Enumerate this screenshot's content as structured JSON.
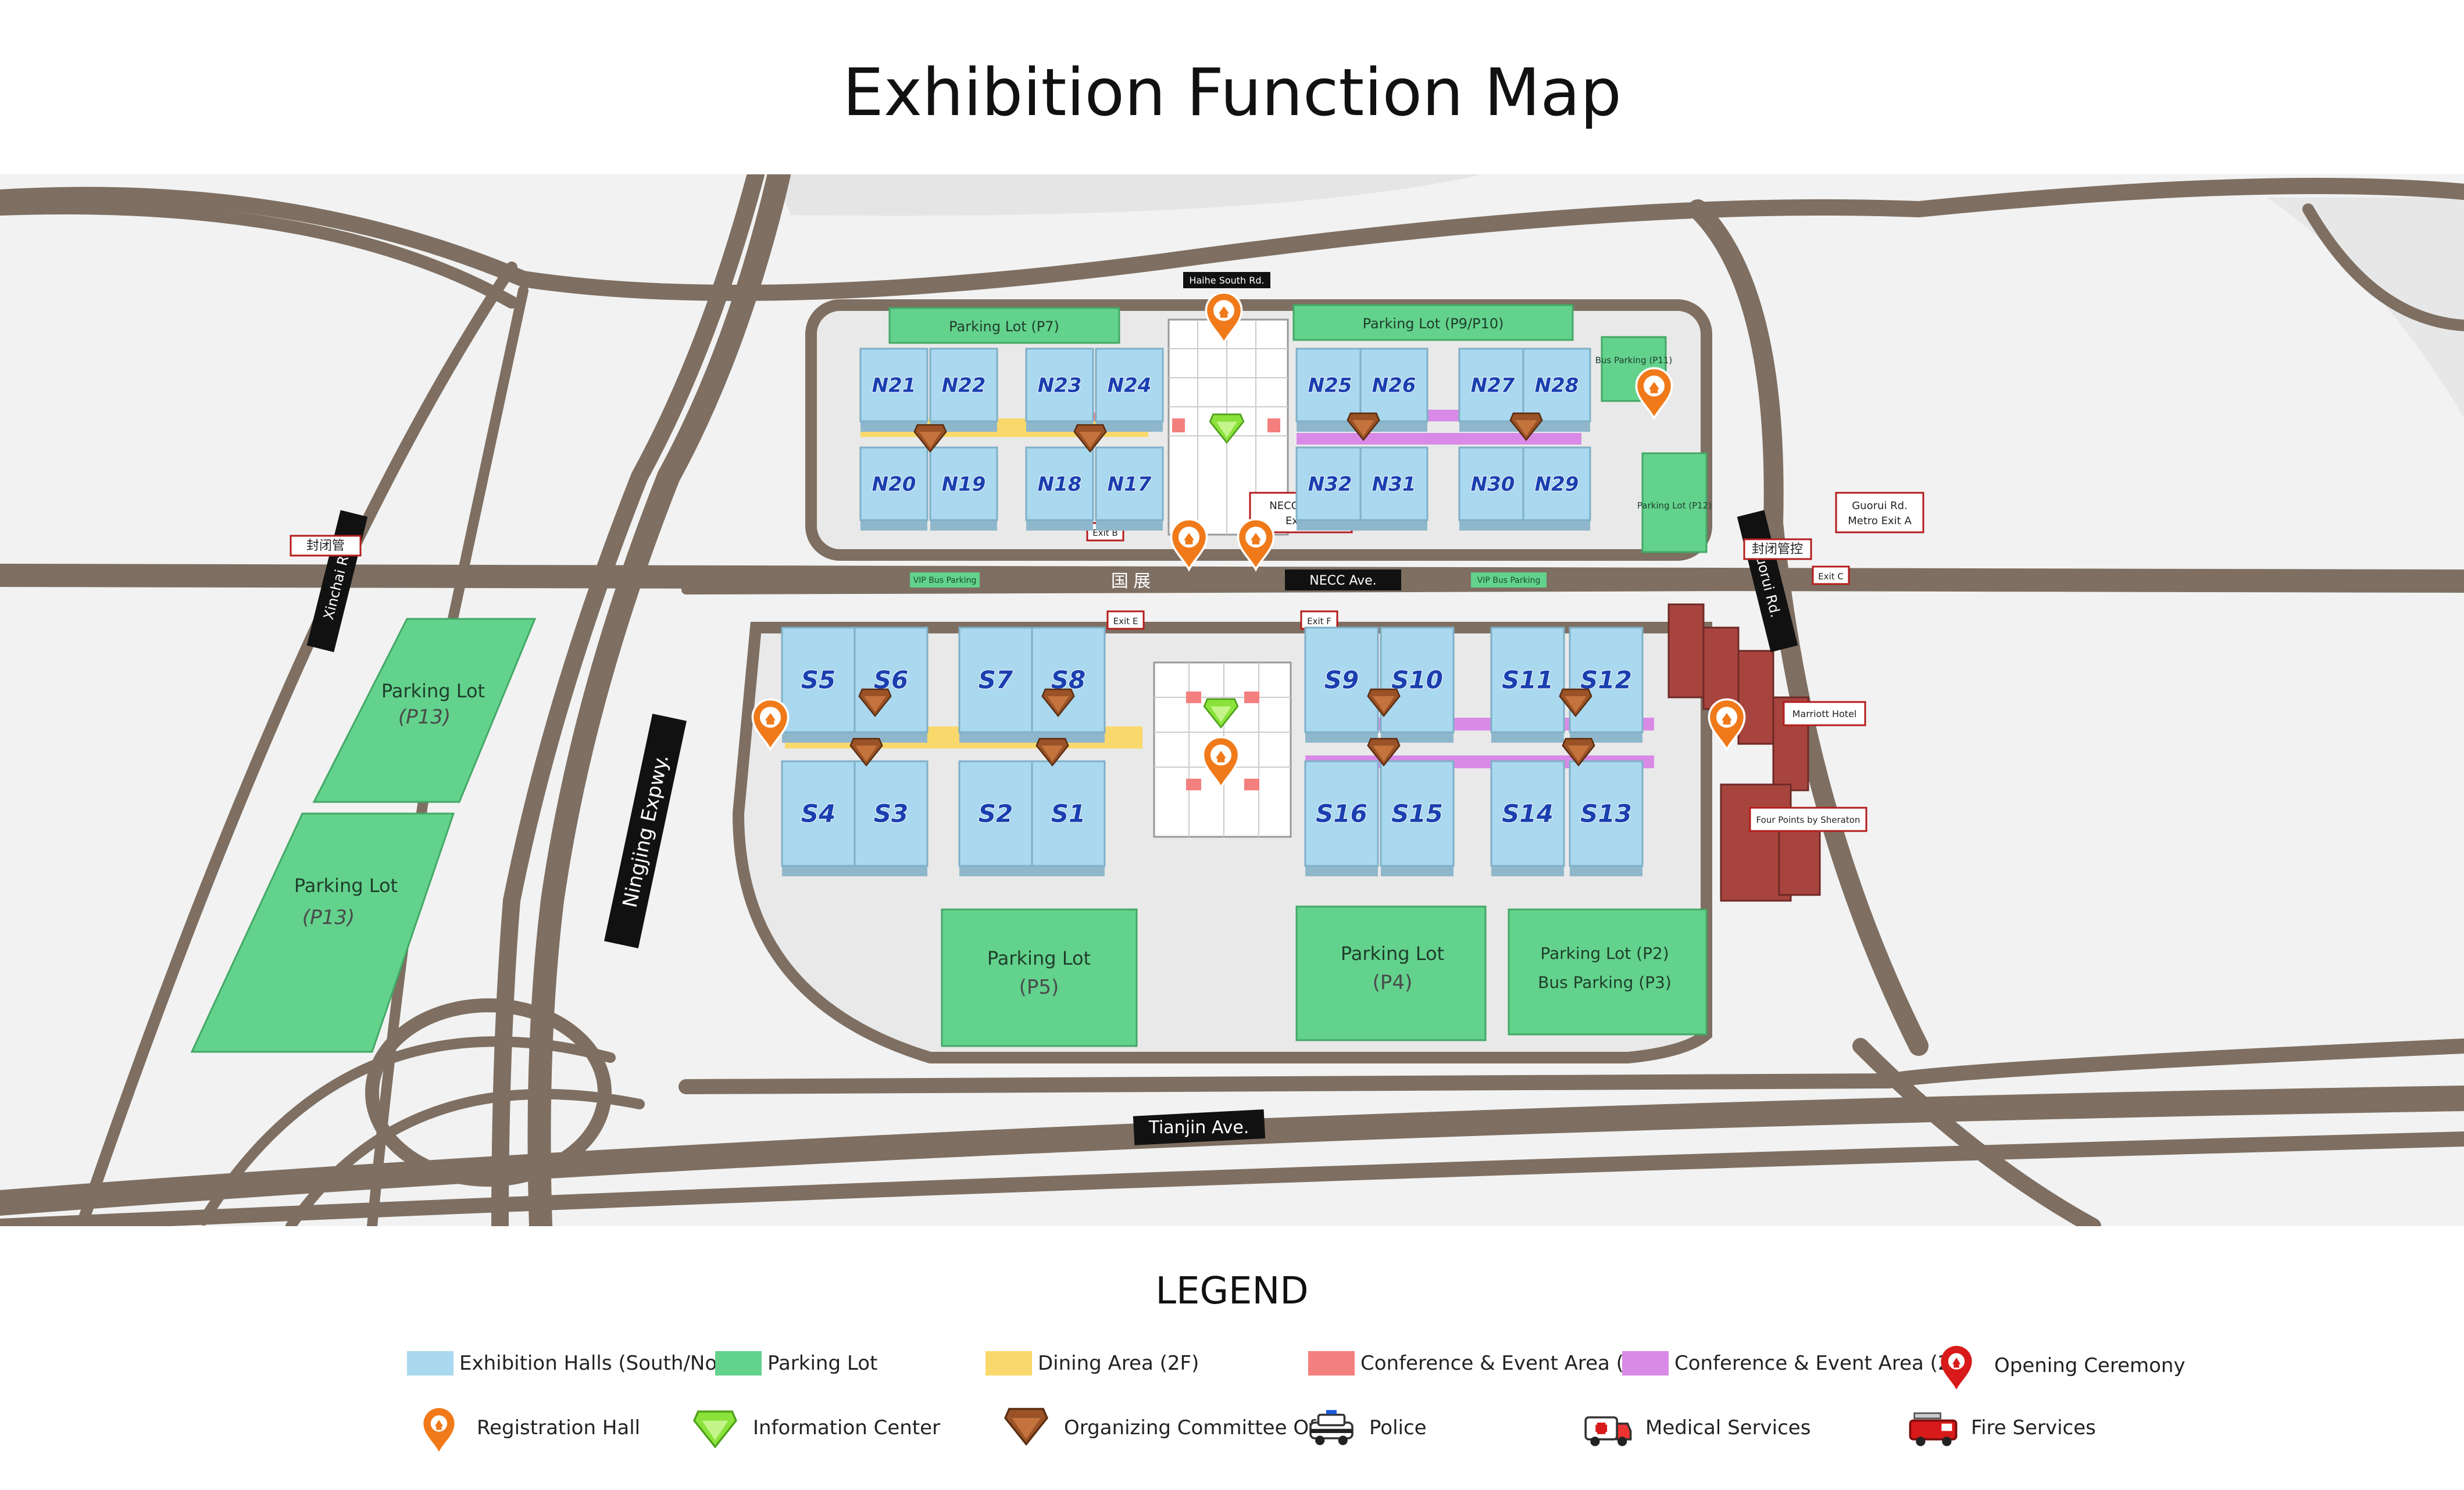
{
  "title": "Exhibition Function Map",
  "colors": {
    "hall": "#aad8ee",
    "parking": "#63d28d",
    "dining": "#f9d96c",
    "conf1f": "#f47f7f",
    "conf2f": "#d98ae6",
    "road": "#7e6f62",
    "ground": "#f2f2f2",
    "orange": "#f07a1a",
    "green": "#8ae23a",
    "brown": "#9a5226",
    "red": "#d81a1a"
  },
  "map": {
    "north_halls": [
      "N21",
      "N22",
      "N23",
      "N24",
      "N25",
      "N26",
      "N27",
      "N28",
      "N20",
      "N19",
      "N18",
      "N17",
      "N32",
      "N31",
      "N30",
      "N29"
    ],
    "south_halls": [
      "S5",
      "S6",
      "S7",
      "S8",
      "S9",
      "S10",
      "S11",
      "S12",
      "S4",
      "S3",
      "S2",
      "S1",
      "S16",
      "S15",
      "S14",
      "S13"
    ],
    "parking": {
      "p7": "Parking Lot (P7)",
      "p9": "Parking Lot (P9/P10)",
      "p11": "Bus Parking (P11)",
      "p12": "Parking Lot (P12)",
      "p13a_line1": "Parking Lot",
      "p13a_line2": "(P13)",
      "p13b_line1": "Parking Lot",
      "p13b_line2": "(P13)",
      "p5_line1": "Parking Lot",
      "p5_line2": "(P5)",
      "p4_line1": "Parking Lot",
      "p4_line2": "(P4)",
      "p2_line1": "Parking Lot (P2)",
      "p2_line2": "Bus Parking (P3)"
    },
    "roads": {
      "haihe": "Haihe South Rd.",
      "necc_ave": "NECC Ave.",
      "ningjing": "Ningjing Expwy.",
      "xinchai": "Xinchai Rd.",
      "guorui": "Guorui Rd.",
      "tianjin": "Tianjin Ave.",
      "vip_bus_1": "VIP Bus Parking",
      "vip_bus_2": "VIP Bus Parking",
      "guozhan": "国 展"
    },
    "callouts": {
      "closure_left": "封闭管",
      "closure_right": "封闭管控",
      "exit_b": "Exit B",
      "exit_e": "Exit E",
      "exit_f": "Exit F",
      "exit_c": "Exit C",
      "metro_a_l1": "NECC Metro",
      "metro_a_l2": "Exit A",
      "guorui_l1": "Guorui Rd.",
      "guorui_l2": "Metro Exit A",
      "marriott": "Marriott Hotel",
      "sheraton": "Four Points by Sheraton"
    }
  },
  "legend": {
    "title": "LEGEND",
    "items": [
      {
        "label": "Exhibition Halls (South/North)",
        "icon": "hall-swatch"
      },
      {
        "label": "Parking Lot",
        "icon": "parking-swatch"
      },
      {
        "label": "Dining Area (2F)",
        "icon": "dining-swatch"
      },
      {
        "label": "Conference & Event Area (1F)",
        "icon": "conf1f-swatch"
      },
      {
        "label": "Conference & Event Area (2F)",
        "icon": "conf2f-swatch"
      },
      {
        "label": "Opening Ceremony",
        "icon": "red-pin-icon"
      },
      {
        "label": "Registration Hall",
        "icon": "orange-pin-icon"
      },
      {
        "label": "Information Center",
        "icon": "green-diamond-icon"
      },
      {
        "label": "Organizing Committee Office",
        "icon": "brown-diamond-icon"
      },
      {
        "label": "Police",
        "icon": "police-car-icon"
      },
      {
        "label": "Medical Services",
        "icon": "ambulance-icon"
      },
      {
        "label": "Fire Services",
        "icon": "fire-truck-icon"
      }
    ]
  }
}
